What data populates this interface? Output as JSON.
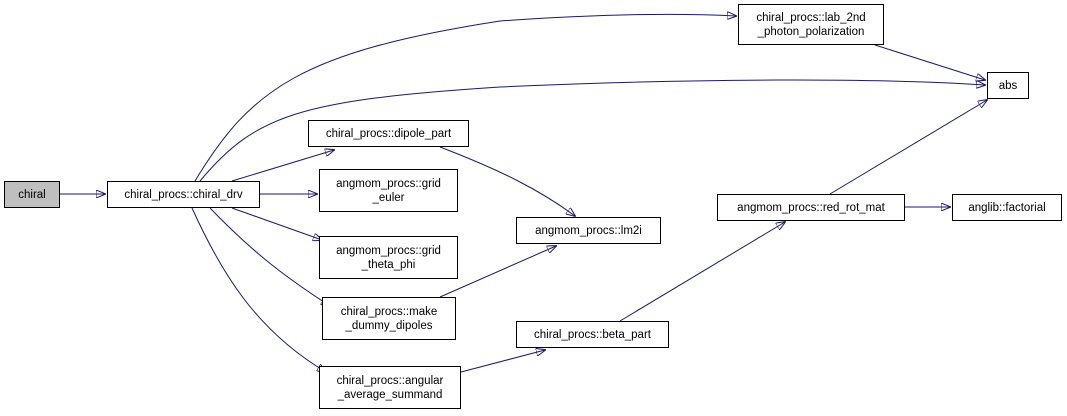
{
  "graph": {
    "nodes": {
      "chiral": {
        "lines": [
          "chiral"
        ]
      },
      "chiral_drv": {
        "lines": [
          "chiral_procs::chiral_drv"
        ]
      },
      "lab_2nd": {
        "lines": [
          "chiral_procs::lab_2nd",
          "_photon_polarization"
        ]
      },
      "abs": {
        "lines": [
          "abs"
        ]
      },
      "dipole_part": {
        "lines": [
          "chiral_procs::dipole_part"
        ]
      },
      "grid_euler": {
        "lines": [
          "angmom_procs::grid",
          "_euler"
        ]
      },
      "grid_theta_phi": {
        "lines": [
          "angmom_procs::grid",
          "_theta_phi"
        ]
      },
      "make_dummy": {
        "lines": [
          "chiral_procs::make",
          "_dummy_dipoles"
        ]
      },
      "angular_avg": {
        "lines": [
          "chiral_procs::angular",
          "_average_summand"
        ]
      },
      "lm2i": {
        "lines": [
          "angmom_procs::lm2i"
        ]
      },
      "beta_part": {
        "lines": [
          "chiral_procs::beta_part"
        ]
      },
      "red_rot_mat": {
        "lines": [
          "angmom_procs::red_rot_mat"
        ]
      },
      "factorial": {
        "lines": [
          "anglib::factorial"
        ]
      }
    },
    "edges": [
      [
        "chiral",
        "chiral_drv"
      ],
      [
        "chiral_drv",
        "lab_2nd"
      ],
      [
        "chiral_drv",
        "abs"
      ],
      [
        "chiral_drv",
        "dipole_part"
      ],
      [
        "chiral_drv",
        "grid_euler"
      ],
      [
        "chiral_drv",
        "grid_theta_phi"
      ],
      [
        "chiral_drv",
        "make_dummy"
      ],
      [
        "chiral_drv",
        "angular_avg"
      ],
      [
        "lab_2nd",
        "abs"
      ],
      [
        "dipole_part",
        "lm2i"
      ],
      [
        "make_dummy",
        "lm2i"
      ],
      [
        "angular_avg",
        "beta_part"
      ],
      [
        "beta_part",
        "red_rot_mat"
      ],
      [
        "red_rot_mat",
        "abs"
      ],
      [
        "red_rot_mat",
        "factorial"
      ]
    ],
    "colors": {
      "edge": "#191970",
      "node_border": "#000000",
      "root_fill": "#bfbfbf",
      "node_fill": "#ffffff"
    }
  }
}
